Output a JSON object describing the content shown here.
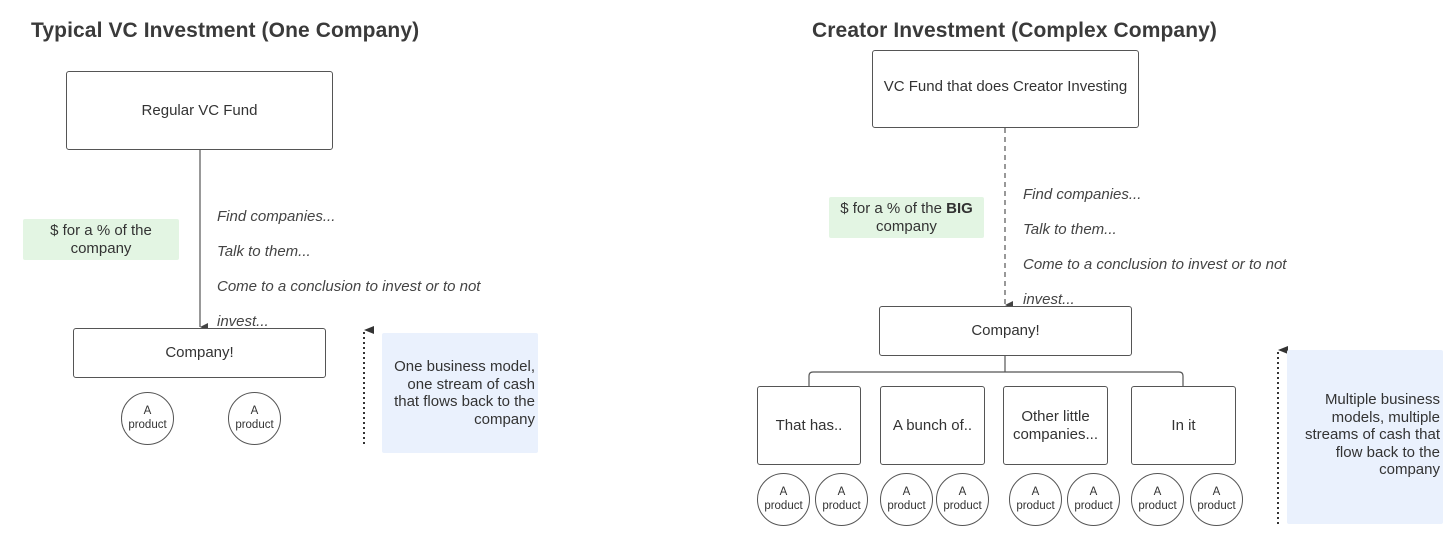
{
  "left": {
    "title": "Typical VC Investment (One Company)",
    "fund_label": "Regular VC Fund",
    "note_lines": [
      "Find companies...",
      "Talk to them...",
      "Come to a conclusion to invest or to not",
      "invest..."
    ],
    "green_label": "$ for a % of the company",
    "company_label": "Company!",
    "products": [
      {
        "line1": "A",
        "line2": "product"
      },
      {
        "line1": "A",
        "line2": "product"
      }
    ],
    "blue_lines": [
      "One business model,",
      "one stream of cash",
      "that flows back to the",
      "company"
    ]
  },
  "right": {
    "title": "Creator Investment (Complex Company)",
    "fund_label": "VC Fund that does Creator Investing",
    "note_lines": [
      "Find companies...",
      "Talk to them...",
      "Come to a conclusion to invest or to not",
      "invest..."
    ],
    "green_prefix": "$ for a % of the ",
    "green_bold": "BIG",
    "green_suffix": "company",
    "company_label": "Company!",
    "subcompanies": [
      {
        "label": "That has..",
        "products": [
          {
            "line1": "A",
            "line2": "product"
          },
          {
            "line1": "A",
            "line2": "product"
          }
        ]
      },
      {
        "label": "A bunch of..",
        "products": [
          {
            "line1": "A",
            "line2": "product"
          },
          {
            "line1": "A",
            "line2": "product"
          }
        ]
      },
      {
        "label": "Other little companies...",
        "products": [
          {
            "line1": "A",
            "line2": "product"
          },
          {
            "line1": "A",
            "line2": "product"
          }
        ]
      },
      {
        "label": "In it",
        "products": [
          {
            "line1": "A",
            "line2": "product"
          },
          {
            "line1": "A",
            "line2": "product"
          }
        ]
      }
    ],
    "blue_lines": [
      "Multiple business",
      "models, multiple",
      "streams of cash that",
      "flow back to the",
      "company"
    ]
  },
  "colors": {
    "green_bg": "#e3f5e3",
    "blue_bg": "#eaf1fd",
    "stroke": "#555555"
  }
}
